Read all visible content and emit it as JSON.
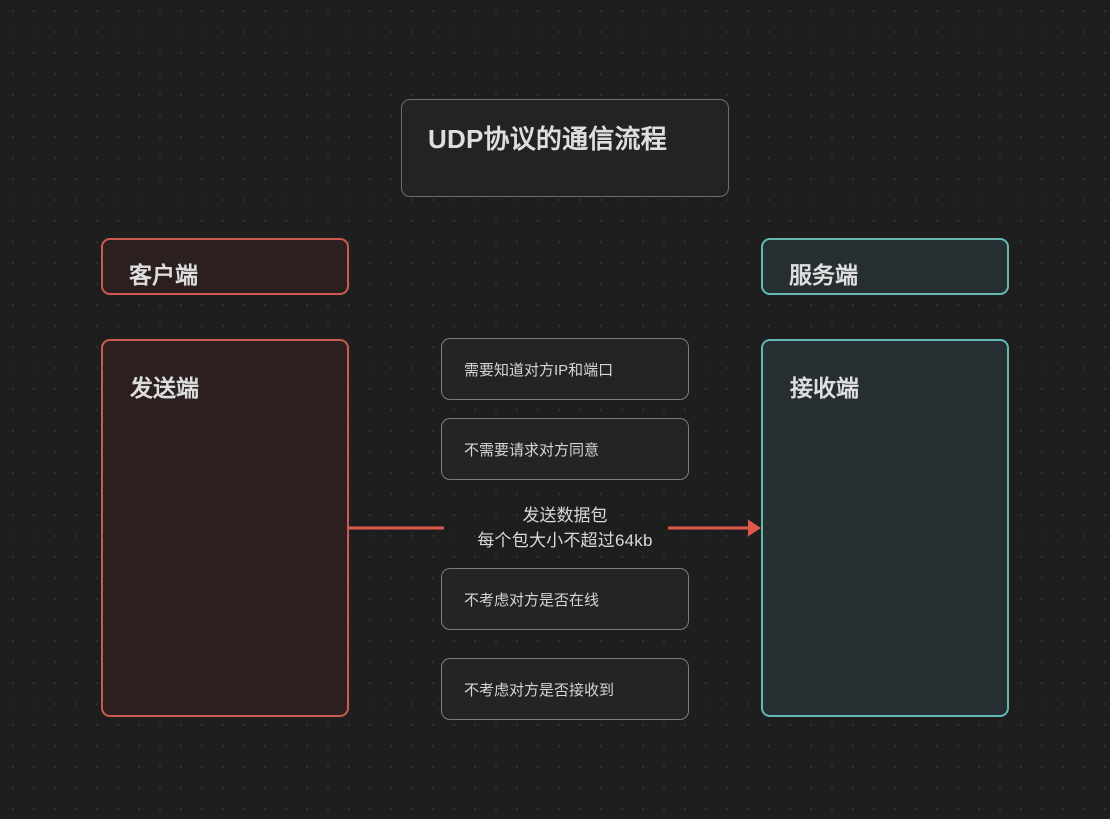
{
  "diagram": {
    "title": "UDP协议的通信流程",
    "background_color": "#1e1e1e",
    "client_color": "#cd5a4f",
    "server_color": "#63b9b2",
    "note_border_color": "#7d7d7d",
    "text_color": "#dedede"
  },
  "client": {
    "header": "客户端",
    "column": "发送端"
  },
  "server": {
    "header": "服务端",
    "column": "接收端"
  },
  "notes": [
    {
      "text": "需要知道对方IP和端口"
    },
    {
      "text": "不需要请求对方同意"
    },
    {
      "text": "不考虑对方是否在线"
    },
    {
      "text": "不考虑对方是否接收到"
    }
  ],
  "arrow": {
    "label_line1": "发送数据包",
    "label_line2": "每个包大小不超过64kb",
    "color": "#e0584c",
    "direction": "client-to-server"
  }
}
